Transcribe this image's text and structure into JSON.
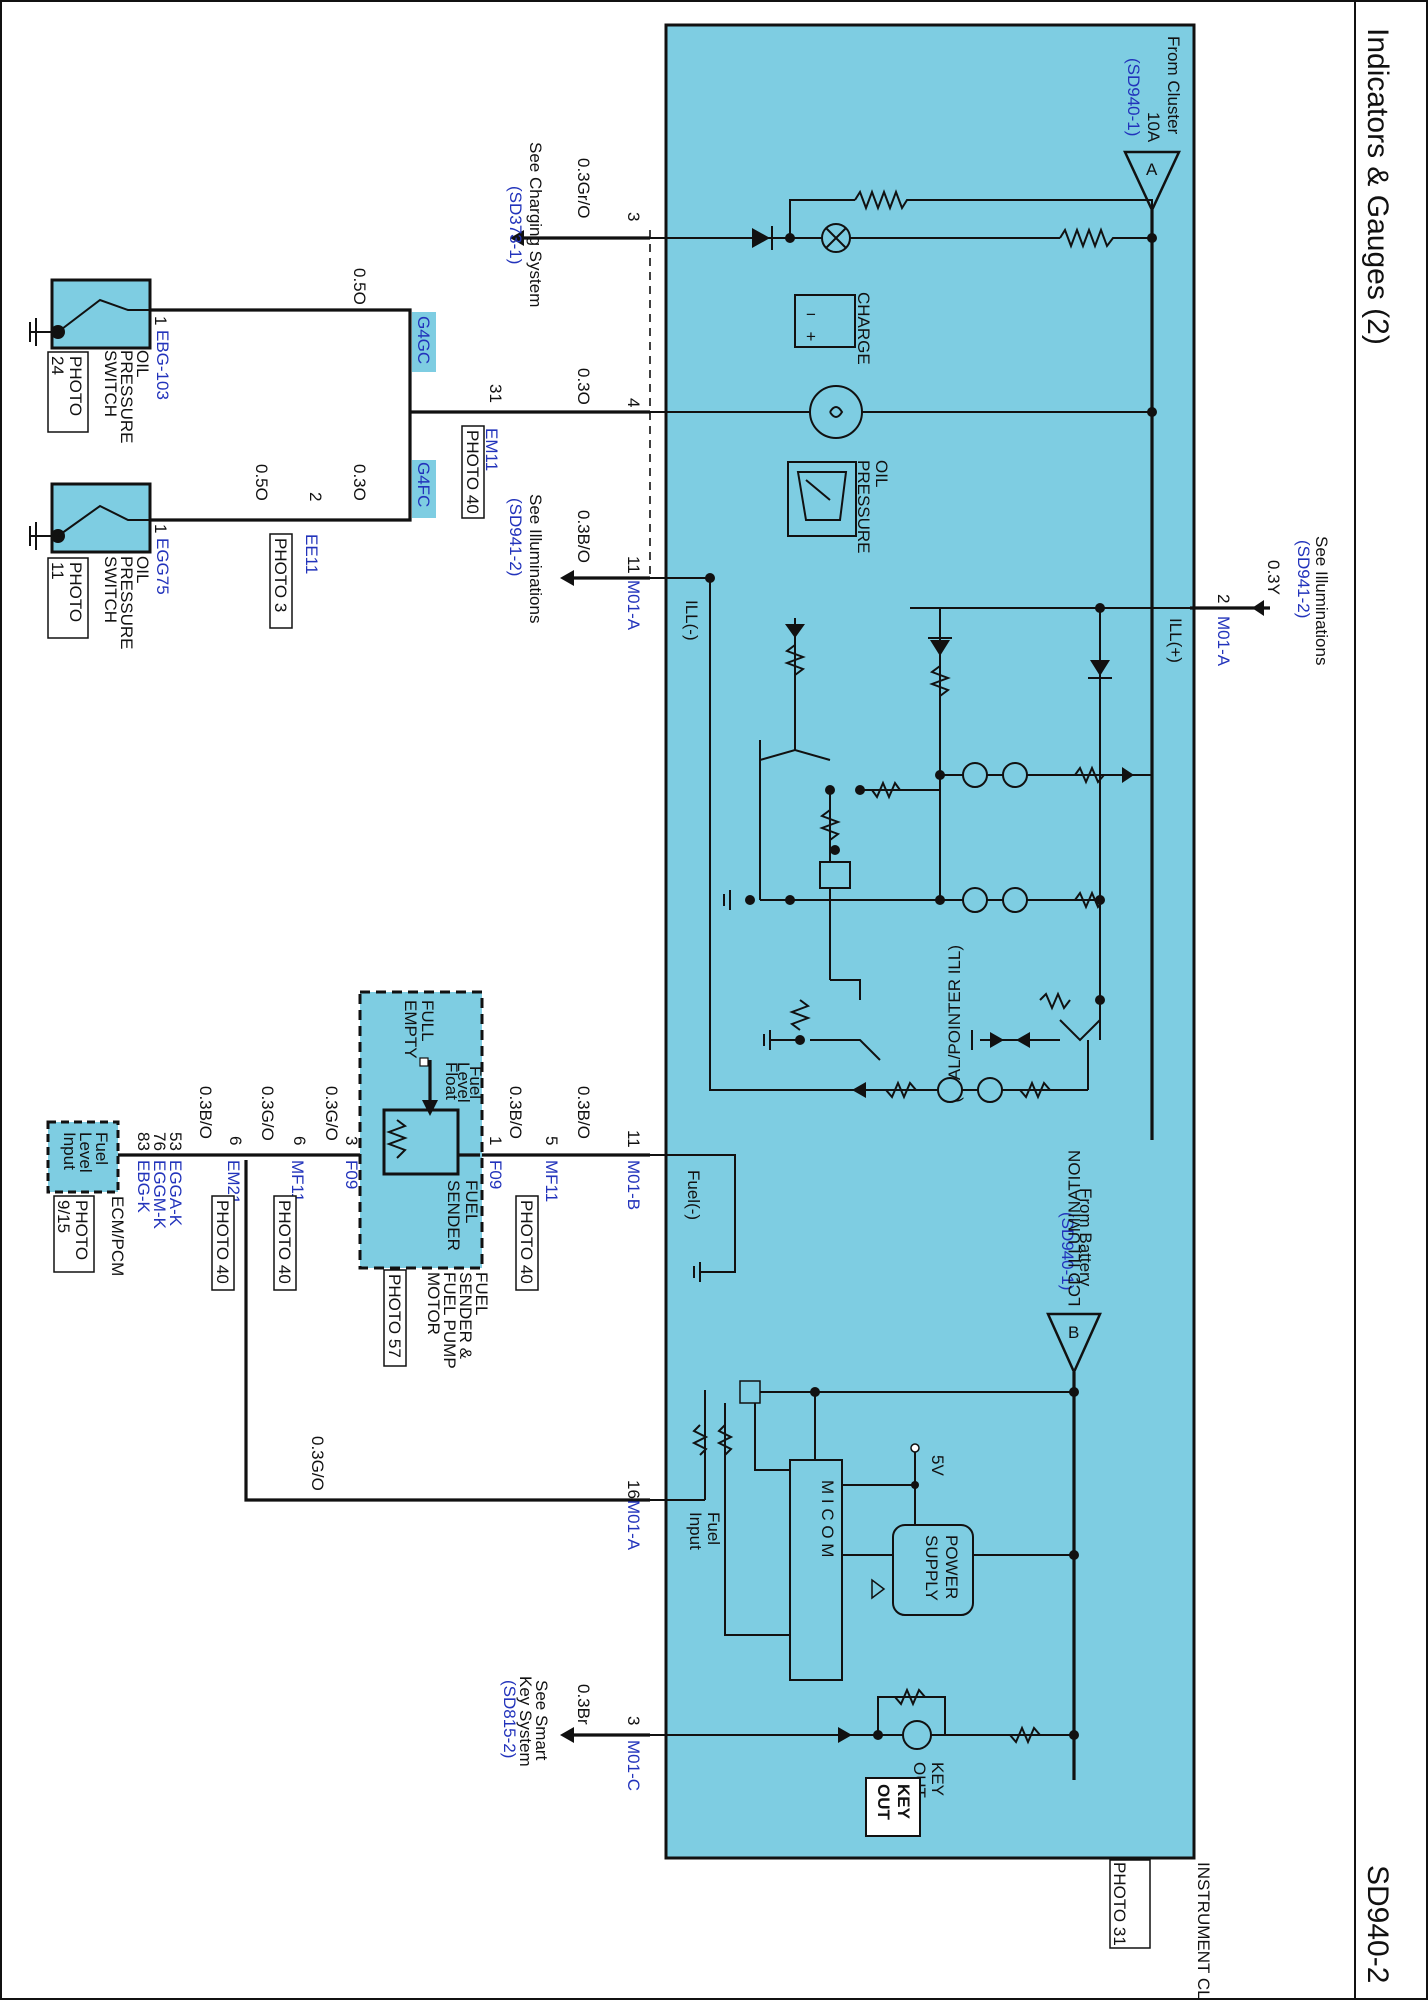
{
  "header": {
    "title": "Indicators & Gauges (2)",
    "code": "SD940-2"
  },
  "cluster": {
    "name": "INSTRUMENT CLUSTER",
    "photo": "PHOTO 31",
    "feed_a": {
      "letter": "A",
      "line1": "From Cluster",
      "line2": "10A",
      "ref": "(SD940-1)"
    },
    "feed_b": {
      "letter": "B",
      "line1": "From Battery",
      "ref": "(SD940-1)"
    },
    "charge_label": "CHARGE",
    "oil_label_1": "OIL",
    "oil_label_2": "PRESSURE",
    "ill_minus": "ILL(-)",
    "ill_plus": "ILL(+)",
    "dial_label": "(DIAL/POINTER ILL)",
    "lcd_label": "LCD ILLUMINATION",
    "fuel_minus": "Fuel(-)",
    "fuel_input_1": "Fuel",
    "fuel_input_2": "Input",
    "micom": "M I C O M",
    "power_1": "POWER",
    "power_2": "SUPPLY",
    "five_v": "5V",
    "key_label_1": "KEY",
    "key_label_2": "OUT",
    "key_box_1": "KEY",
    "key_box_2": "OUT"
  },
  "pins": {
    "p3_charge": "3",
    "p4_oil": "4",
    "p11_ill": "11",
    "p2_ill": "2",
    "p11_fuel": "11",
    "p16": "16",
    "p3_key": "3",
    "p31_em11": "31",
    "p1_oil1": "1",
    "p2_ee11": "2",
    "p1_oil2": "1",
    "p5_mf11": "5",
    "p1_f09": "1",
    "p3_f09": "3",
    "p6_mf11": "6",
    "p6_em21": "6",
    "p53": "53",
    "p76": "76",
    "p83": "83"
  },
  "connectors": {
    "m01a_1": "M01-A",
    "m01a_2": "M01-A",
    "m01a_3": "M01-A",
    "m01b": "M01-B",
    "m01c": "M01-C",
    "em11": "EM11",
    "em11_photo": "PHOTO 40",
    "ebg103": "EBG-103",
    "egg75": "EGG75",
    "ee11": "EE11",
    "ee11_photo": "PHOTO 3",
    "mf11_a": "MF11",
    "mf11_a_photo": "PHOTO 40",
    "f09_a": "F09",
    "f09_b": "F09",
    "mf11_b": "MF11",
    "mf11_b_photo": "PHOTO 40",
    "em21": "EM21",
    "em21_photo": "PHOTO 40",
    "egga_k": "EGGA-K",
    "eggm_k": "EGGM-K",
    "ebg_k": "EBG-K",
    "g4gc": "G4GC",
    "g4fc": "G4FC"
  },
  "wires": {
    "w_charge": "0.3Gr/O",
    "w_oil_o": "0.3O",
    "w_ill_bo": "0.3B/O",
    "w_ill_y": "0.3Y",
    "w_oil1": "0.5O",
    "w_oil2a": "0.5O",
    "w_oil2b": "0.3O",
    "w_fuel_bo1": "0.3B/O",
    "w_fuel_bo2": "0.3B/O",
    "w_fuel_go1": "0.3G/O",
    "w_fuel_go2": "0.3G/O",
    "w_fuel_bo3": "0.3B/O",
    "w_fuel_go3": "0.3G/O",
    "w_key": "0.3Br"
  },
  "references": {
    "charging_1": "See Charging System",
    "charging_ref": "(SD373-1)",
    "ill1_1": "See Illuminations",
    "ill1_ref": "(SD941-2)",
    "ill2_1": "See Illuminations",
    "ill2_ref": "(SD941-2)",
    "key_1": "See Smart",
    "key_2": "Key System",
    "key_ref": "(SD815-2)"
  },
  "components": {
    "oil_sw1": {
      "l1": "OIL",
      "l2": "PRESSURE",
      "l3": "SWITCH",
      "photo1": "PHOTO",
      "photo2": "24"
    },
    "oil_sw2": {
      "l1": "OIL",
      "l2": "PRESSURE",
      "l3": "SWITCH",
      "photo1": "PHOTO",
      "photo2": "11"
    },
    "fuel_sender": {
      "full": "FULL",
      "empty": "EMPTY",
      "float1": "Fuel",
      "float2": "Level",
      "float3": "Float",
      "sender1": "FUEL",
      "sender2": "SENDER",
      "title1": "FUEL",
      "title2": "SENDER &",
      "title3": "FUEL PUMP",
      "title4": "MOTOR",
      "photo": "PHOTO 57"
    },
    "ecm": {
      "i1": "Fuel",
      "i2": "Level",
      "i3": "Input",
      "name": "ECM/PCM",
      "photo1": "PHOTO",
      "photo2": "9/15"
    }
  }
}
